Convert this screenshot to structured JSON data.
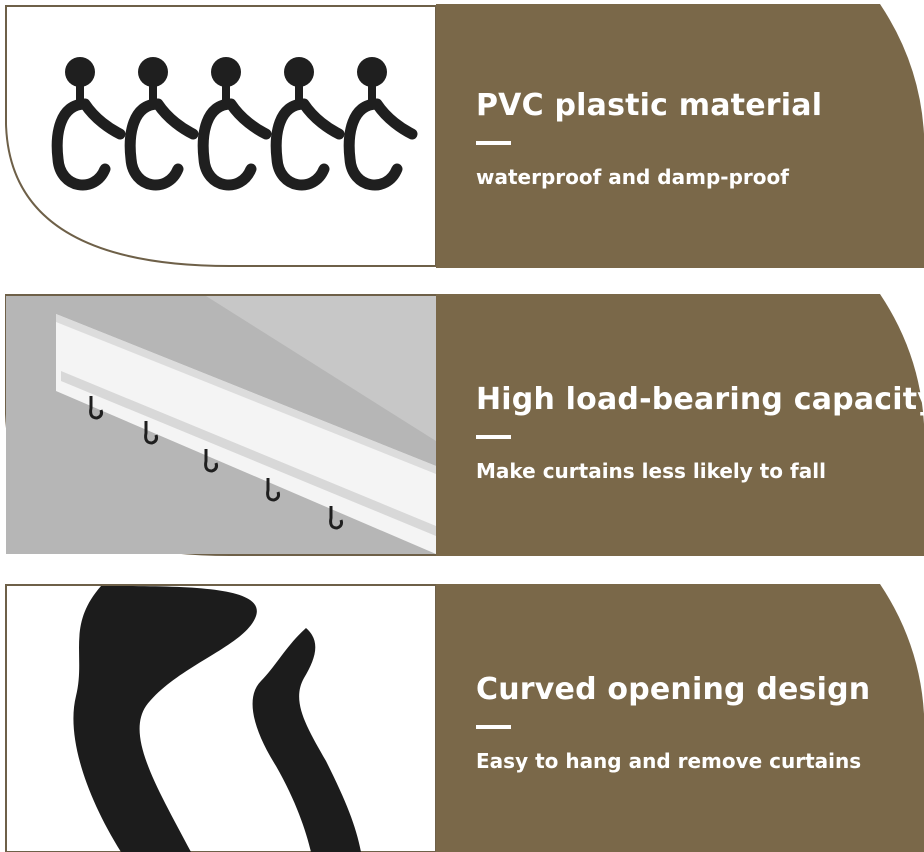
{
  "colors": {
    "brand": "#7a6849",
    "hook": "#1f1f1f",
    "rail_bg": "#b4b4b4",
    "rail": "#f2f2f2"
  },
  "panels": [
    {
      "title": "PVC plastic material",
      "subtitle": "waterproof and damp-proof"
    },
    {
      "title": "High load-bearing capacity",
      "subtitle": "Make curtains less likely to fall"
    },
    {
      "title": "Curved opening design",
      "subtitle": "Easy to hang and remove curtains"
    }
  ]
}
